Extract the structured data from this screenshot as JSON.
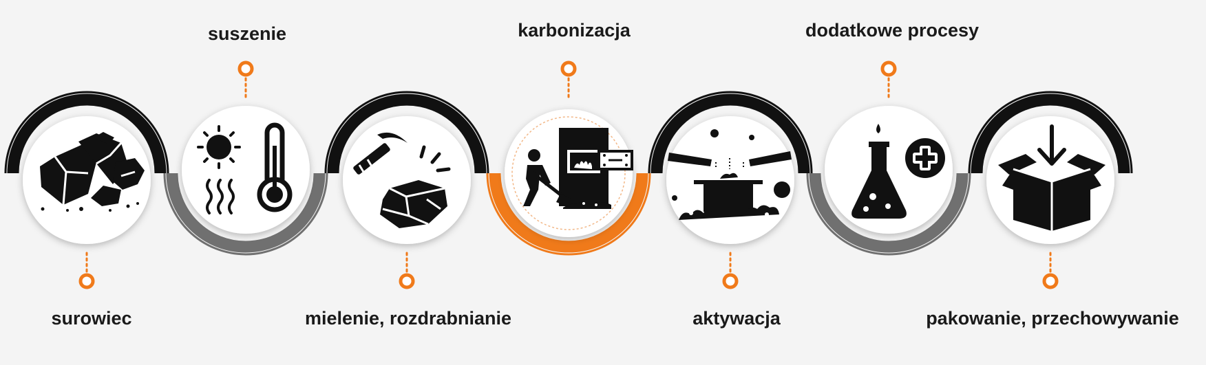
{
  "colors": {
    "accent": "#f07a1a",
    "dark": "#111111",
    "grey": "#707070",
    "circle_fill": "#ffffff",
    "background": "#f4f4f4"
  },
  "steps": [
    {
      "label": "surowiec",
      "icon": "coal-rocks-icon",
      "arc": "top-dark",
      "label_side": "bottom"
    },
    {
      "label": "suszenie",
      "icon": "sun-heat-thermometer-icon",
      "arc": "bottom-grey",
      "label_side": "top"
    },
    {
      "label": "mielenie, rozdrabnianie",
      "icon": "pickaxe-rocks-icon",
      "arc": "top-dark",
      "label_side": "bottom"
    },
    {
      "label": "karbonizacja",
      "icon": "worker-furnace-icon",
      "arc": "bottom-orange",
      "label_side": "top"
    },
    {
      "label": "aktywacja",
      "icon": "activation-tank-icon",
      "arc": "top-dark",
      "label_side": "bottom"
    },
    {
      "label": "dodatkowe procesy",
      "icon": "flask-plus-icon",
      "arc": "bottom-grey",
      "label_side": "top"
    },
    {
      "label": "pakowanie, przechowywanie",
      "icon": "package-box-icon",
      "arc": "top-dark",
      "label_side": "bottom"
    }
  ]
}
